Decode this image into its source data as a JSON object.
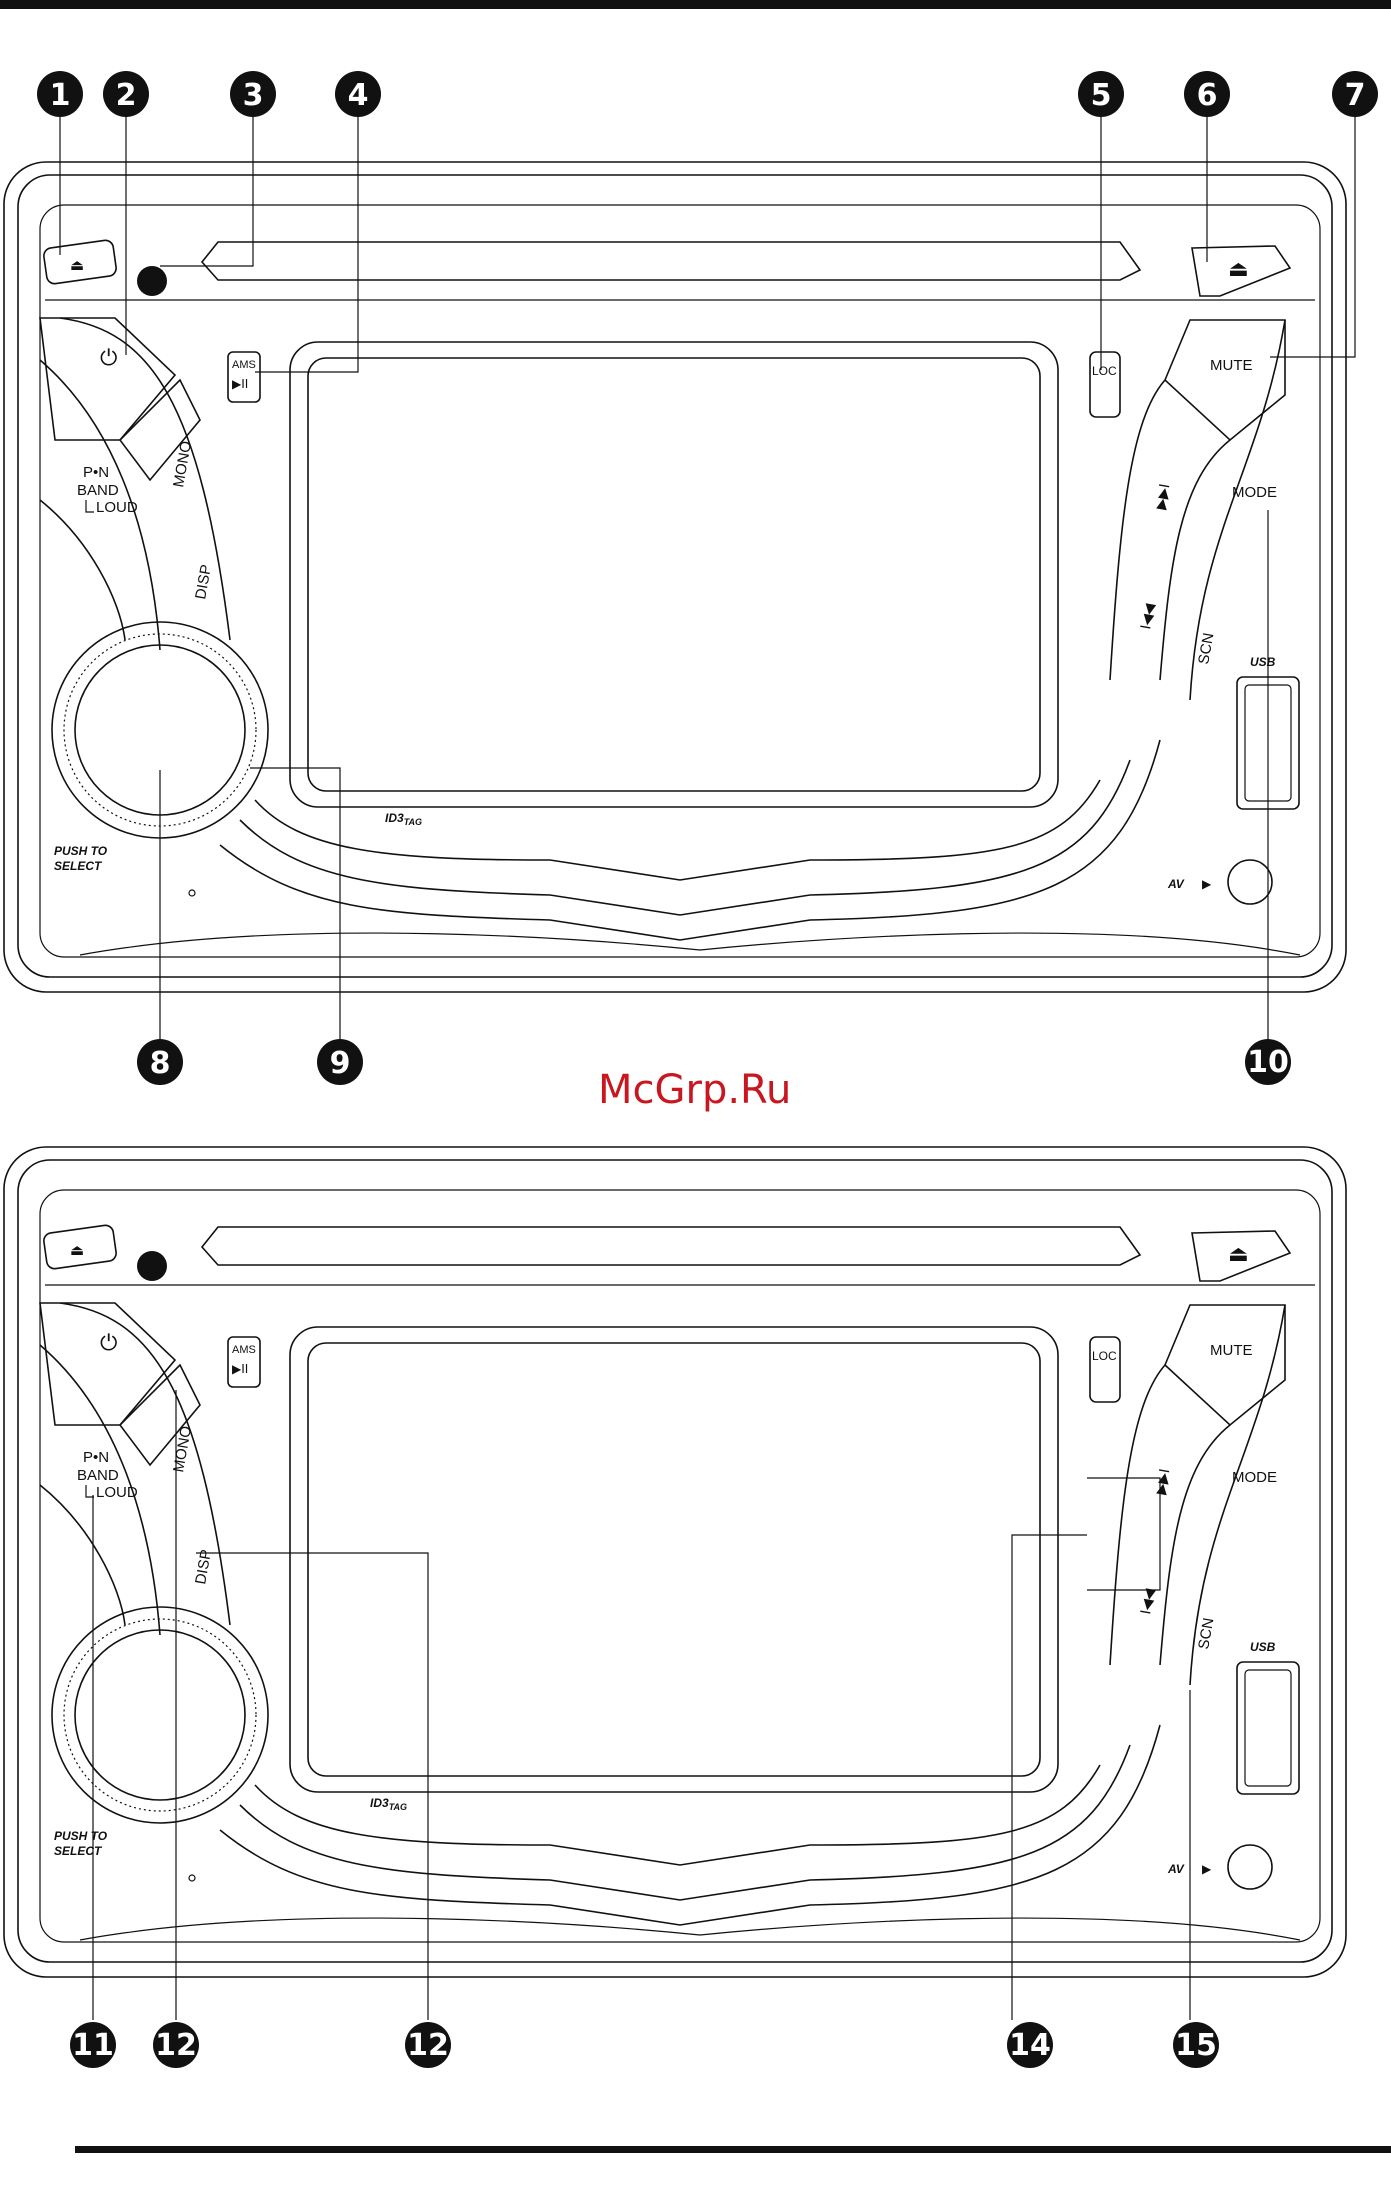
{
  "watermark": "McGrp.Ru",
  "panel": {
    "mute": "MUTE",
    "mode": "MODE",
    "loc": "LOC",
    "ams": "AMS",
    "play_pause": "▶II",
    "mono": "MONO",
    "disp": "DISP",
    "pn": "P•N",
    "band": "BAND",
    "loud": "LOUD",
    "scn": "SCN",
    "usb": "USB",
    "push_to": "PUSH TO",
    "select": "SELECT",
    "av": "AV",
    "id3": "ID3",
    "id3_tag": "TAG",
    "next": "▶▶I",
    "prev": "I◀◀"
  },
  "callouts_top": [
    "1",
    "2",
    "3",
    "4",
    "5",
    "6",
    "7",
    "8",
    "9",
    "10"
  ],
  "callouts_bottom": [
    "11",
    "12",
    "12",
    "14",
    "15"
  ],
  "colors": {
    "outline": "#111111",
    "callout_fill": "#111111",
    "watermark": "#c8171e"
  }
}
